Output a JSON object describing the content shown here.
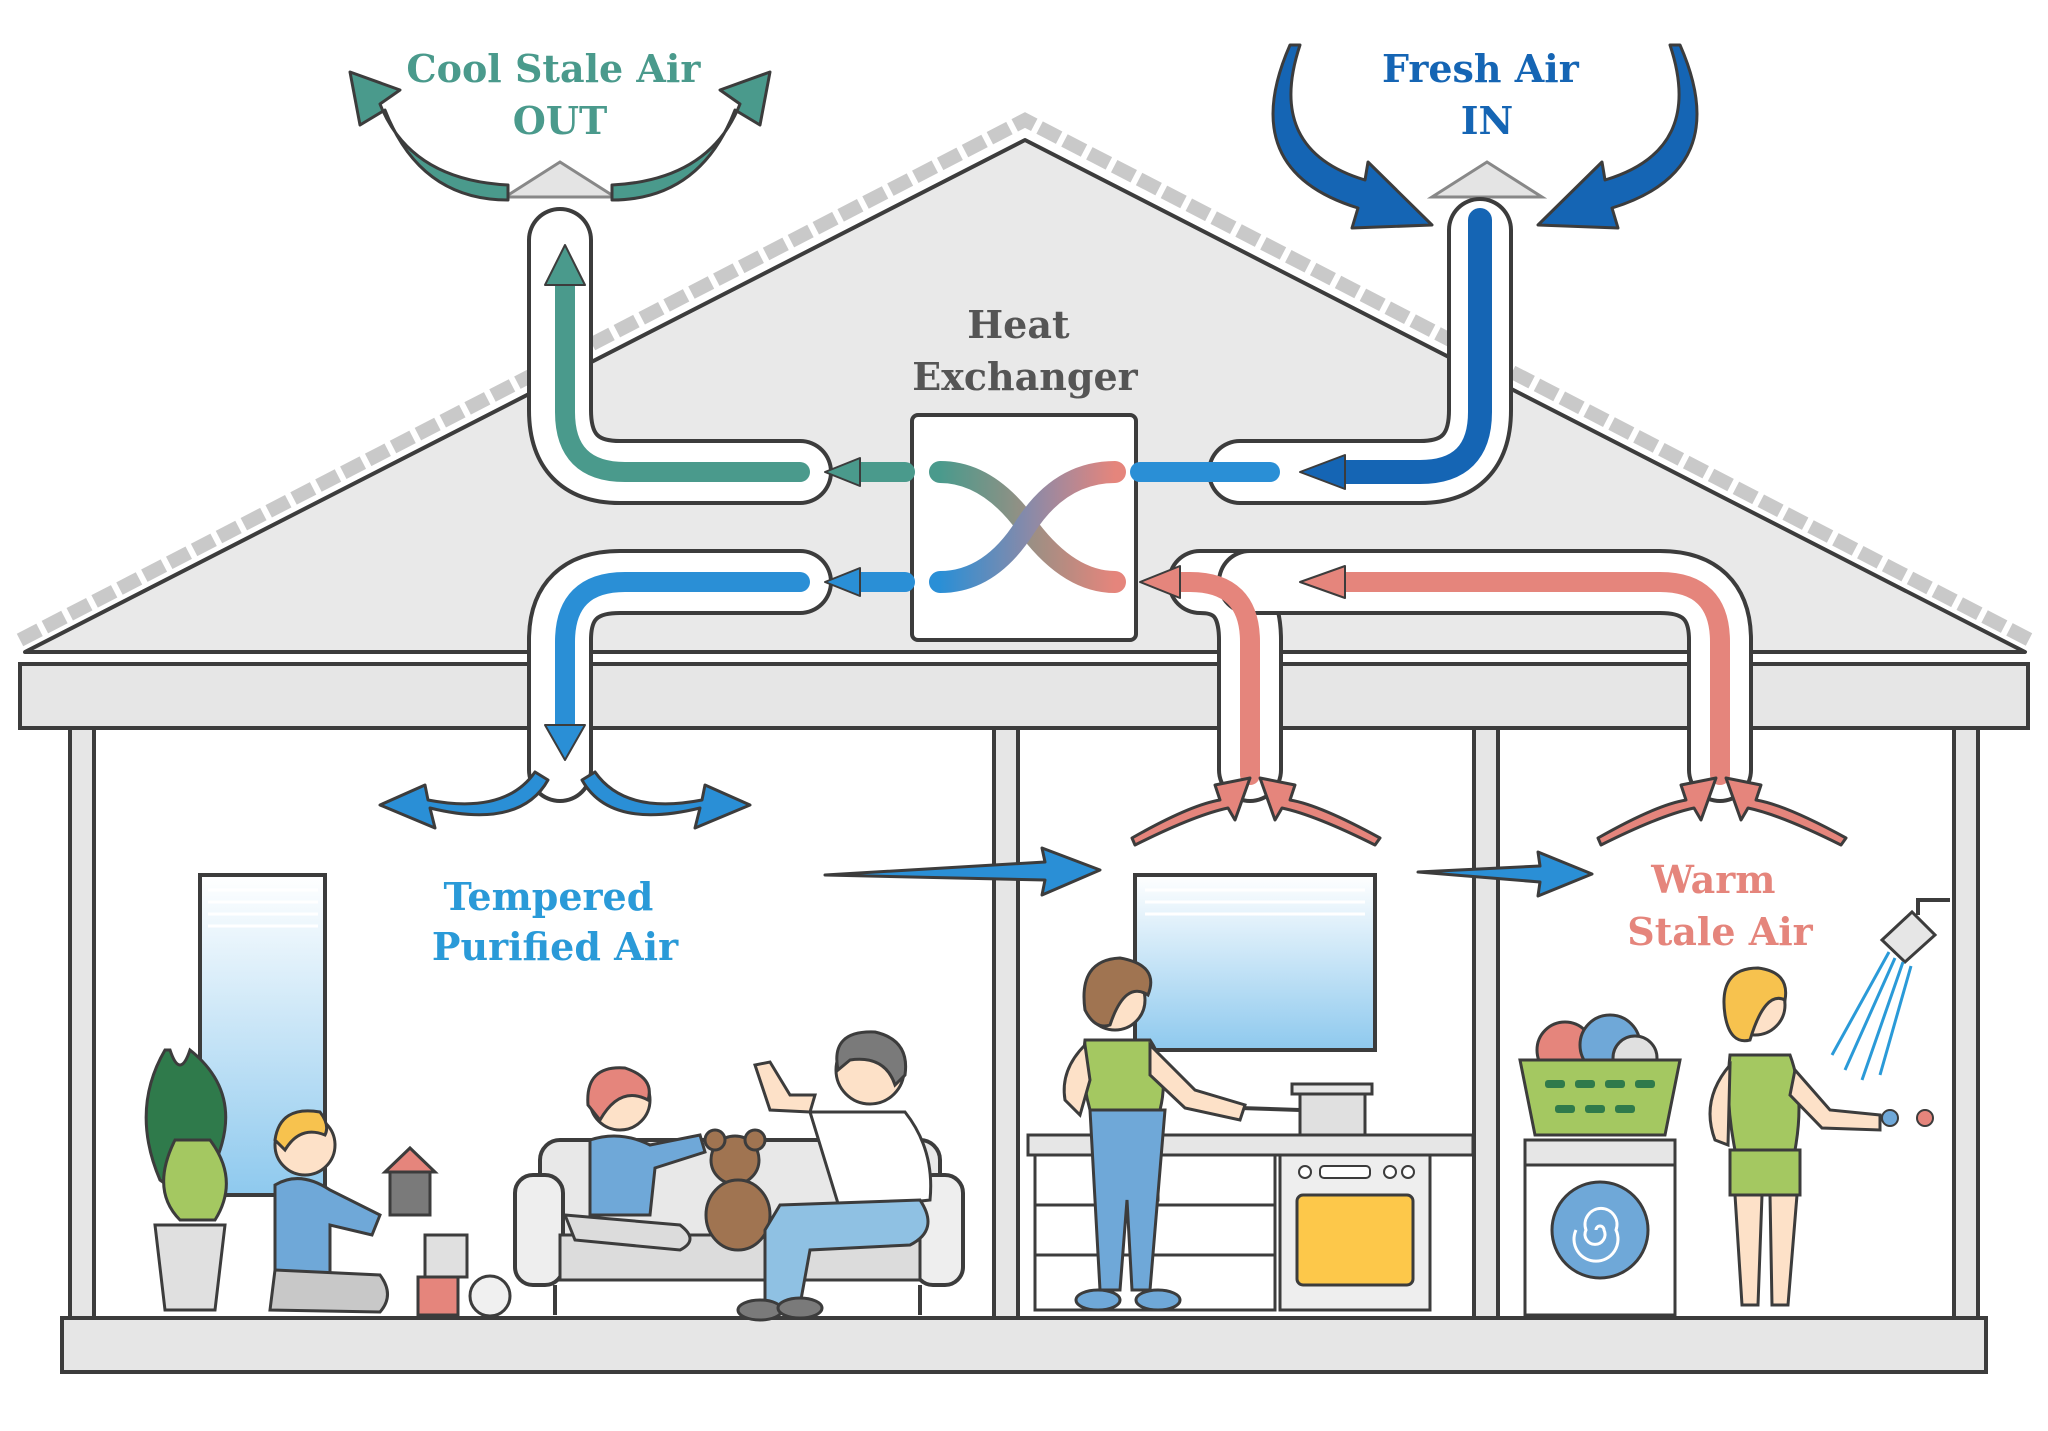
{
  "labels": {
    "cool_stale_out": [
      "Cool Stale Air",
      "OUT"
    ],
    "fresh_in": [
      "Fresh Air",
      "IN"
    ],
    "heat_exchanger": [
      "Heat",
      "Exchanger"
    ],
    "tempered": [
      "Tempered",
      "Purified Air"
    ],
    "warm_stale": [
      "Warm",
      "Stale Air"
    ]
  },
  "colors": {
    "teal": "#4a9a8c",
    "blue_dark": "#1565b4",
    "blue": "#2a8fd6",
    "salmon": "#e5857c",
    "label_teal": "#4a9a8c",
    "label_blue_dark": "#1565b4",
    "label_blue": "#2a9ad8",
    "label_salmon": "#e5857c",
    "label_gray": "#555555",
    "outline": "#3c3c3c",
    "roof": "#e9e9e9",
    "wall_bg": "#ffffff"
  },
  "icons": {
    "exhaust_vent": "triangle-vent-icon",
    "intake_vent": "triangle-vent-icon",
    "shower": "shower-head-icon",
    "washer": "washing-machine-icon",
    "oven": "oven-icon",
    "plant": "potted-plant-icon"
  }
}
